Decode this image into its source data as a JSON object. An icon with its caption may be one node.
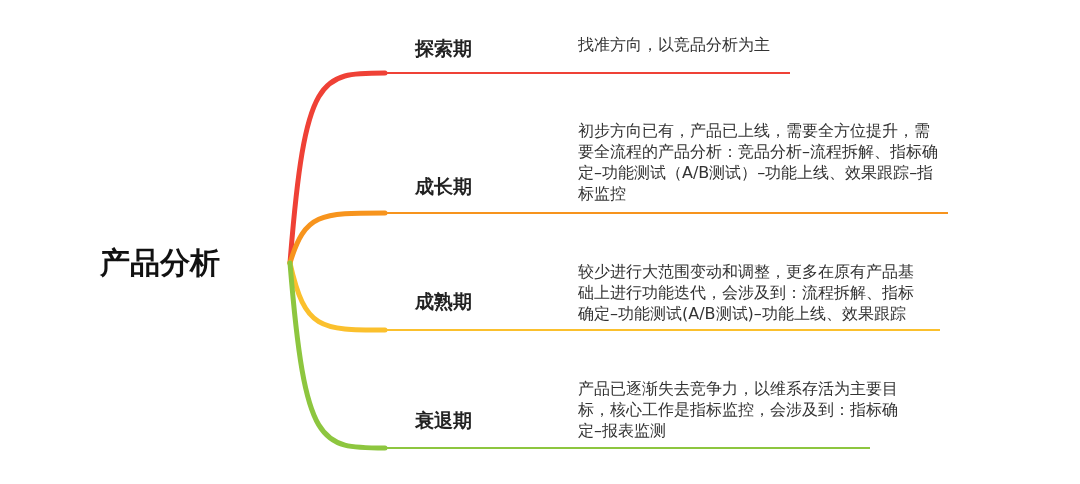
{
  "diagram": {
    "nodes": [
      {
        "text": [
          "产品分析"
        ]
      },
      {
        "text": [
          "探索期",
          "找准方向，以竞品分析为主"
        ]
      },
      {
        "text": [
          "成长期",
          "初步方向已有，产品已上线，需要全方位提升，需要全流程的产品分析：竞品分析–流程拆解、指标确定–功能测试（A/B测试）–功能上线、效果跟踪–指标监控"
        ]
      },
      {
        "text": [
          "成熟期",
          "较少进行大范围变动和调整，更多在原有产品基础上进行功能迭代，会涉及到：流程拆解、指标确定–功能测试(A/B测试)–功能上线、效果跟踪"
        ]
      },
      {
        "text": [
          "衰退期",
          "产品已逐渐失去竞争力，以维系存活为主要目标，核心工作是指标监控，会涉及到：指标确定–报表监测"
        ]
      }
    ],
    "edges": [
      {
        "from": 0,
        "to": 1,
        "arrow": "none",
        "color": "#ef4136"
      },
      {
        "from": 0,
        "to": 2,
        "arrow": "none",
        "color": "#f7941d"
      },
      {
        "from": 0,
        "to": 3,
        "arrow": "none",
        "color": "#fbc02d"
      },
      {
        "from": 0,
        "to": 4,
        "arrow": "none",
        "color": "#8dc63f"
      }
    ]
  }
}
